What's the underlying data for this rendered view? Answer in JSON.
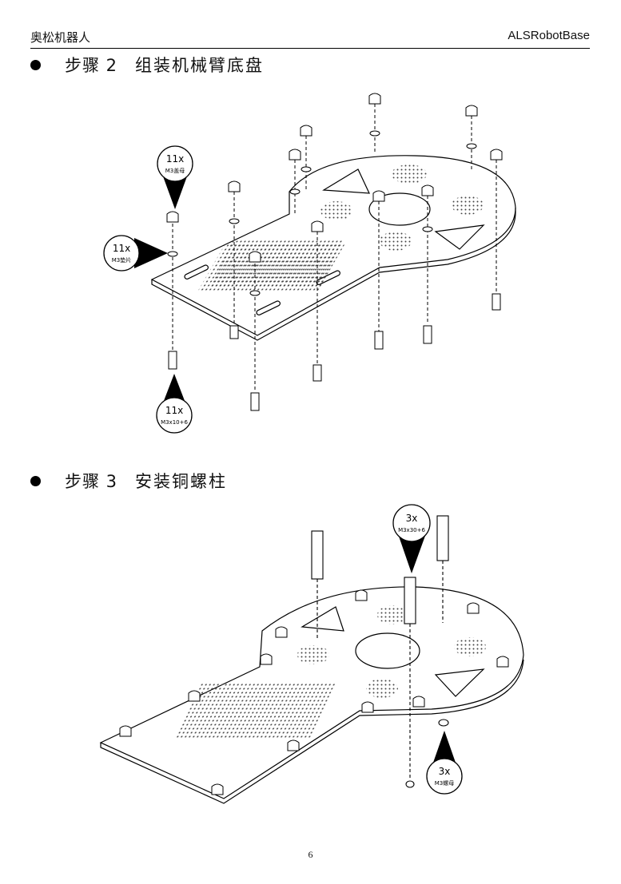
{
  "header": {
    "left": "奥松机器人",
    "right": "ALSRobotBase"
  },
  "steps": [
    {
      "label": "步骤 2",
      "title": "组装机械臂底盘",
      "callouts": [
        {
          "qty": "11x",
          "part": "M3盖母"
        },
        {
          "qty": "11x",
          "part": "M3垫片"
        },
        {
          "qty": "11x",
          "part": "M3x10+6"
        }
      ]
    },
    {
      "label": "步骤 3",
      "title": "安装铜螺柱",
      "callouts": [
        {
          "qty": "3x",
          "part": "M3x30+6"
        },
        {
          "qty": "3x",
          "part": "M3螺母"
        }
      ]
    }
  ],
  "page_number": "6"
}
